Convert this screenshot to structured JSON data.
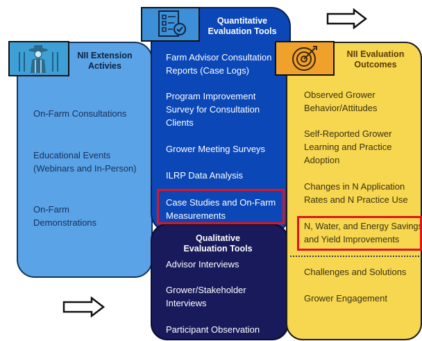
{
  "extension": {
    "title_line1": "NII Extension",
    "title_line2": "Activies",
    "icon": "farmer-icon",
    "items": [
      "On-Farm Consultations",
      "Educational Events (Webinars and In-Person)",
      "On-Farm Demonstrations"
    ]
  },
  "quantitative": {
    "title_line1": "Quantitative",
    "title_line2": "Evaluation Tools",
    "icon": "checklist-icon",
    "items": [
      "Farm Advisor Consultation Reports (Case Logs)",
      "Program Improvement Survey for Consultation Clients",
      "Grower Meeting Surveys",
      "ILRP Data Analysis",
      "Case Studies and On-Farm Measurements"
    ]
  },
  "qualitative": {
    "title_line1": "Qualitative",
    "title_line2": "Evaluation Tools",
    "items": [
      "Advisor Interviews",
      "Grower/Stakeholder Interviews",
      "Participant Observation"
    ]
  },
  "outcomes": {
    "title_line1": "NII Evaluation",
    "title_line2": "Outcomes",
    "icon": "target-icon",
    "items": [
      "Observed Grower Behavior/Attitudes",
      "Self-Reported Grower Learning and Practice Adoption",
      "Changes in N Application Rates and N Practice Use",
      "N, Water, and Energy Savings and Yield Improvements",
      "Challenges and Solutions",
      "Grower Engagement"
    ]
  },
  "colors": {
    "extension": "#5aa3e6",
    "quantitative": "#0b47b7",
    "qualitative": "#191a5c",
    "outcomes": "#f7d650",
    "highlight": "#e0141e"
  },
  "arrows": [
    "right-arrow-icon",
    "right-arrow-icon"
  ]
}
